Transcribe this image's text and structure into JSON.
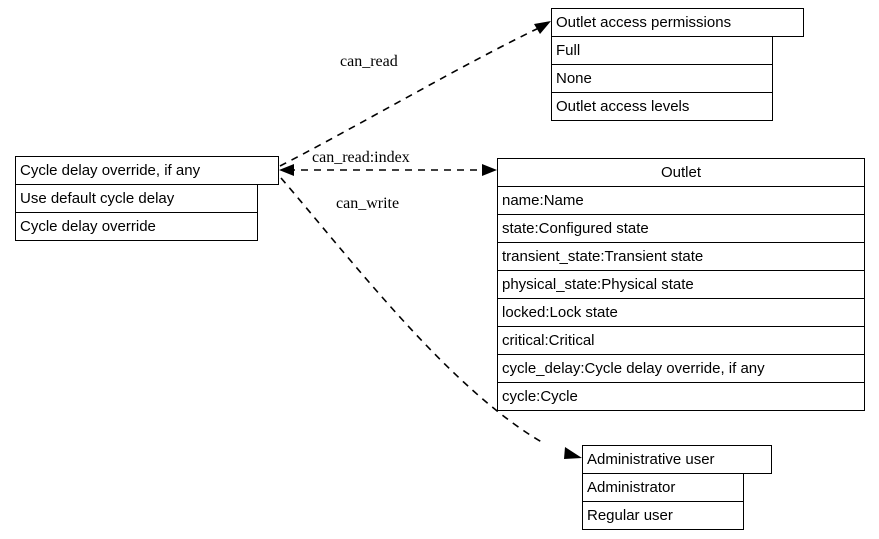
{
  "diagram": {
    "type": "entity-relationship-record-diagram",
    "background_color": "#ffffff",
    "line_color": "#000000",
    "text_color": "#000000"
  },
  "nodes": {
    "cycle_delay_override": {
      "title": "Cycle delay override, if any",
      "rows": [
        "Use default cycle delay",
        "Cycle delay override"
      ]
    },
    "outlet_access_permissions": {
      "title": "Outlet access permissions",
      "rows": [
        "Full",
        "None",
        "Outlet access levels"
      ]
    },
    "outlet": {
      "title": "Outlet",
      "rows": [
        "name:Name",
        "state:Configured state",
        "transient_state:Transient state",
        "physical_state:Physical state",
        "locked:Lock state",
        "critical:Critical",
        "cycle_delay:Cycle delay override, if any",
        "cycle:Cycle"
      ]
    },
    "administrative_user": {
      "title": "Administrative user",
      "rows": [
        "Administrator",
        "Regular user"
      ]
    }
  },
  "edges": [
    {
      "id": "can_read",
      "label": "can_read",
      "from": "cycle_delay_override",
      "to": "outlet_access_permissions"
    },
    {
      "id": "can_read_index",
      "label": "can_read:index",
      "from": "cycle_delay_override",
      "to": "outlet"
    },
    {
      "id": "can_write",
      "label": "can_write",
      "from": "cycle_delay_override",
      "to": "administrative_user"
    }
  ]
}
